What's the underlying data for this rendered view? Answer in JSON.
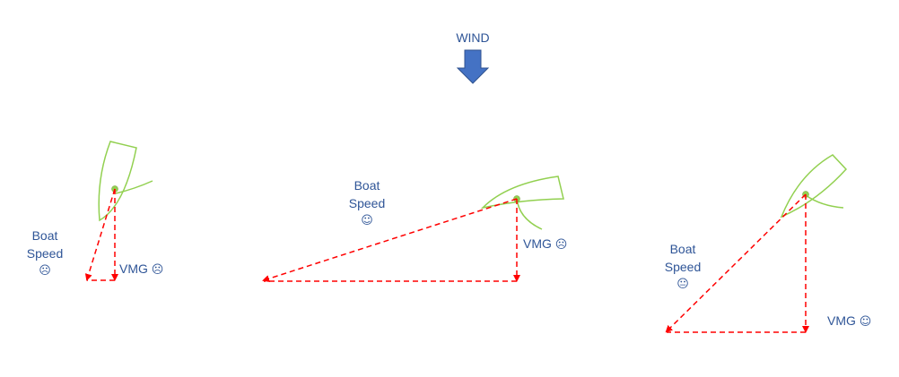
{
  "wind": {
    "label": "WIND",
    "arrow_color": "#4472c4"
  },
  "colors": {
    "text": "#2f5597",
    "hull": "#92d050",
    "vector": "#ff0000"
  },
  "scenarios": [
    {
      "boat_speed_label": [
        "Boat",
        "Speed"
      ],
      "boat_speed_face": "☹",
      "vmg_label": "VMG",
      "vmg_face": "☹"
    },
    {
      "boat_speed_label": [
        "Boat",
        "Speed"
      ],
      "boat_speed_face": "☺",
      "vmg_label": "VMG",
      "vmg_face": "☹"
    },
    {
      "boat_speed_label": [
        "Boat",
        "Speed"
      ],
      "boat_speed_face": "😐",
      "vmg_label": "VMG",
      "vmg_face": "☺"
    }
  ]
}
